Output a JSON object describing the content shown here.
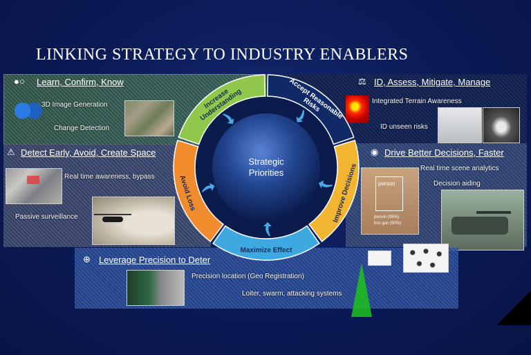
{
  "title": "LINKING STRATEGY TO INDUSTRY ENABLERS",
  "panels": {
    "learn": {
      "heading": "Learn, Confirm, Know",
      "items": [
        "3D Image Generation",
        "Change Detection"
      ]
    },
    "id": {
      "heading": "ID, Assess, Mitigate, Manage",
      "items": [
        "Integrated Terrain Awareness",
        "ID unseen risks"
      ]
    },
    "detect": {
      "heading": "Detect Early, Avoid, Create Space",
      "items": [
        "Real time awareness, bypass",
        "Passive surveillance"
      ]
    },
    "drive": {
      "heading": "Drive Better Decisions, Faster",
      "items": [
        "Real time scene analytics",
        "Decision aiding"
      ]
    },
    "leverage": {
      "heading": "Leverage Precision to Deter",
      "items": [
        "Precision location (Geo Registration)",
        "Loiter, swarm, attacking systems"
      ]
    }
  },
  "wheel": {
    "center_line1": "Strategic",
    "center_line2": "Priorities",
    "segments": [
      {
        "line1": "Increase",
        "line2": "Understanding",
        "color": "#8fc84a"
      },
      {
        "line1": "Accept Reasonable",
        "line2": "Risks",
        "color": "#0f2a66"
      },
      {
        "line1": "Improve Decisions",
        "line2": "",
        "color": "#f2b532"
      },
      {
        "line1": "Maximize Effect",
        "line2": "",
        "color": "#3ea9e0"
      },
      {
        "line1": "Avoid Loss",
        "line2": "",
        "color": "#f08c2e"
      }
    ]
  },
  "image_labels": {
    "person": "person",
    "person_detail": "person (95%)",
    "gun_detail": "hos gun (90%)"
  }
}
